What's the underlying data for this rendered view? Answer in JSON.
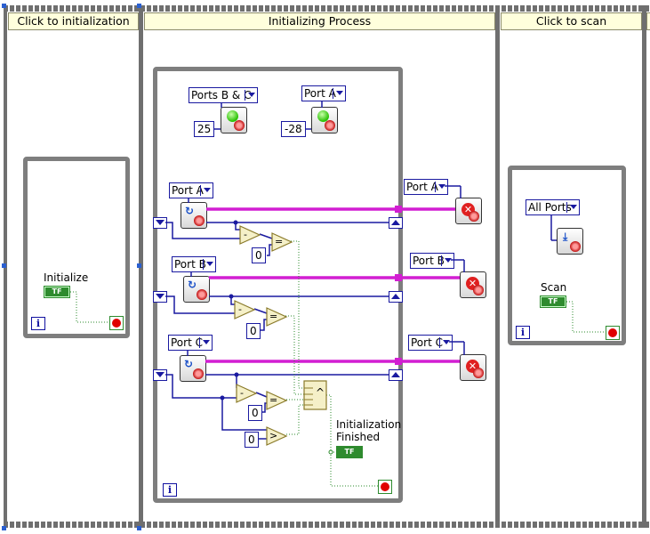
{
  "frames": [
    {
      "title": "Click to initialization"
    },
    {
      "title": "Initializing Process"
    },
    {
      "title": "Click to scan"
    }
  ],
  "frame1": {
    "control_label": "Initialize",
    "tf_text": "TF",
    "iteration": "i"
  },
  "frame2": {
    "iteration": "i",
    "top_rings": [
      {
        "label": "Ports B & C",
        "value": "25"
      },
      {
        "label": "Port A",
        "value": "-28"
      }
    ],
    "port_rows": [
      {
        "left_ring": "Port A",
        "right_ring": "Port A",
        "eq_const": "0"
      },
      {
        "left_ring": "Port B",
        "right_ring": "Port B",
        "eq_const": "0"
      },
      {
        "left_ring": "Port C",
        "right_ring": "Port C",
        "eq_const": "0",
        "gt_const": "0"
      }
    ],
    "finished_label": "Initialization Finished",
    "tf_text": "TF",
    "and_symbol": "^",
    "sub_symbol": "-",
    "eq_symbol": "=",
    "gt_symbol": ">"
  },
  "frame3": {
    "ring": "All Ports",
    "control_label": "Scan",
    "tf_text": "TF",
    "iteration": "i"
  },
  "colors": {
    "refnum_wire": "#d21ed2",
    "error_wire": "#1a1aa0",
    "bool_wire": "#2e8b2e",
    "loop_border": "#7e7e7e",
    "frame_title_bg": "#ffffdc"
  }
}
